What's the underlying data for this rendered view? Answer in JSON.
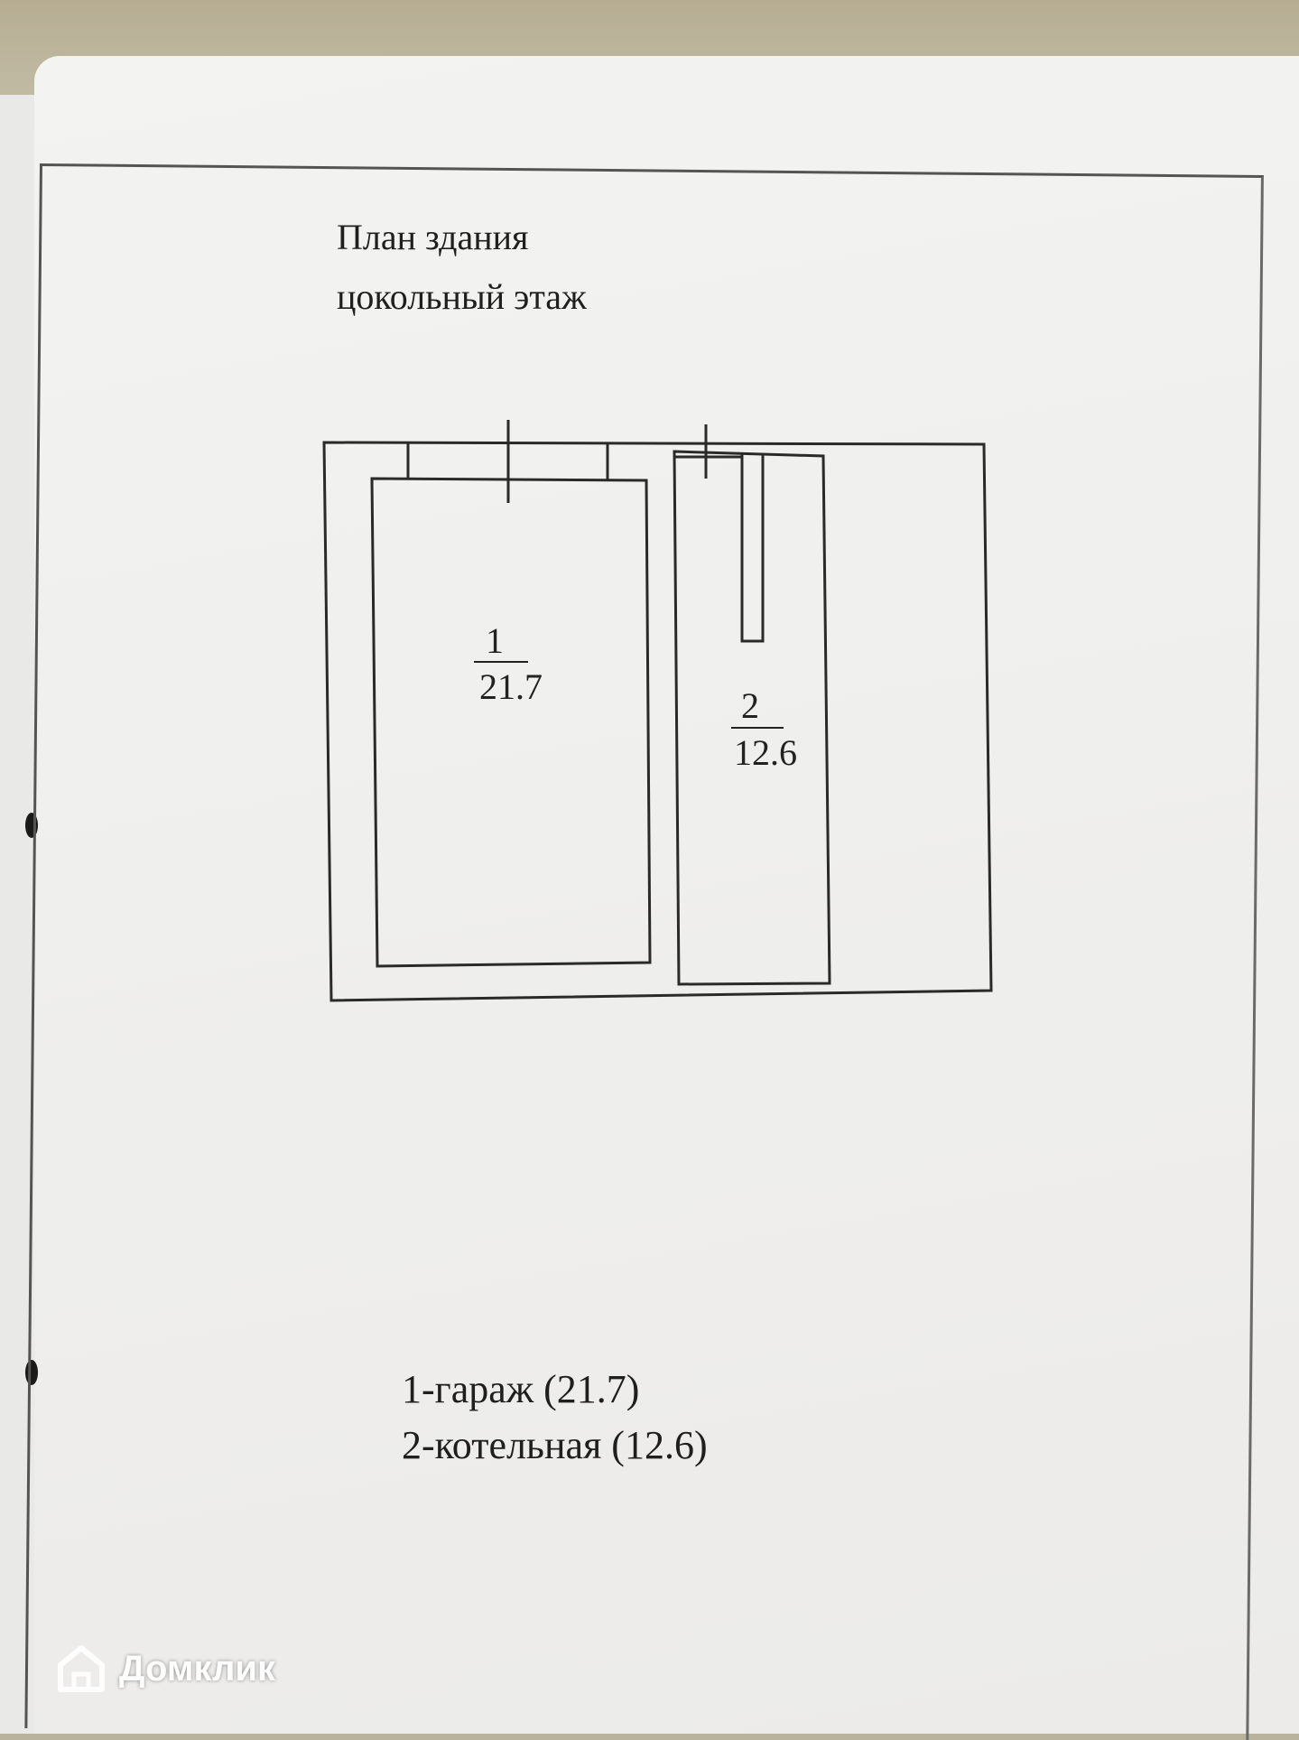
{
  "document": {
    "title_line1": "План здания",
    "title_line2": "цокольный этаж"
  },
  "rooms": [
    {
      "number": "1",
      "area": "21.7"
    },
    {
      "number": "2",
      "area": "12.6"
    }
  ],
  "legend": [
    "1-гараж (21.7)",
    "2-котельная (12.6)"
  ],
  "watermark": {
    "text": "Домклик",
    "icon": "house-logo-icon"
  },
  "colors": {
    "ink": "#2a2a2a",
    "paper": "#efefed"
  }
}
